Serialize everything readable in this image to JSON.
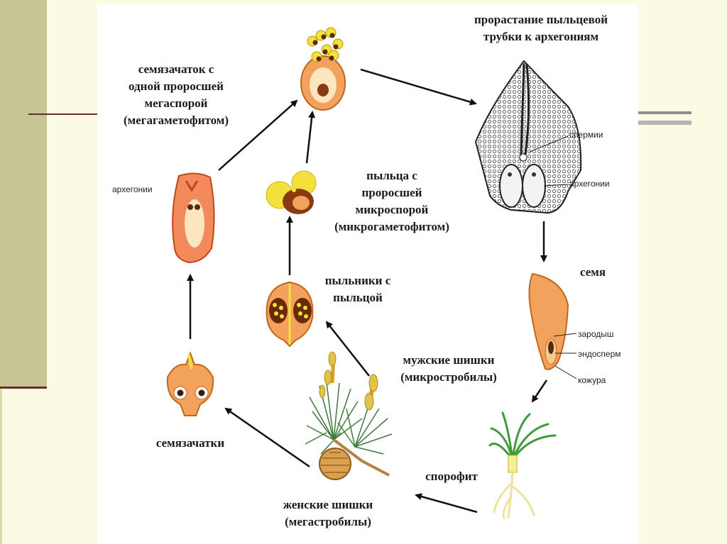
{
  "labels": {
    "megagametophyte": [
      "семязачаток с",
      "одной проросшей",
      "мегаспорой",
      "(мегагаметофитом)"
    ],
    "pollen_tube": [
      "прорастание пыльцевой",
      "трубки к архегониям"
    ],
    "sperm": "спермии",
    "archegonia_right": "архегонии",
    "archegonia_left": "архегонии",
    "pollen": [
      "пыльца с",
      "проросшей",
      "микроспорой",
      "(микрогаметофитом)"
    ],
    "anthers": [
      "пыльники с",
      "пыльцой"
    ],
    "seed": "семя",
    "embryo": "зародыш",
    "endosperm": "эндосперм",
    "seed_coat": "кожура",
    "male_cones": [
      "мужские шишки",
      "(микростробилы)"
    ],
    "ovules": "семязачатки",
    "sporophyte": "спорофит",
    "female_cones": [
      "женские шишки",
      "(мегастробилы)"
    ]
  },
  "colors": {
    "background": "#fbfae2",
    "sidebar": "#c7c595",
    "accent_rule": "#6e2a2a",
    "orange": "#f2a25c",
    "orange_dark": "#d9722e",
    "cream": "#fbe6bf",
    "yellow": "#f3e03a",
    "brown": "#7a3a1a",
    "green": "#3f9a3a"
  },
  "icons": [
    "arrow",
    "ovule-icon",
    "pollen-grain-icon",
    "anther-icon",
    "seed-icon",
    "seedling-icon",
    "pine-branch-icon",
    "scale-icon",
    "archegonia-tissue-icon"
  ]
}
